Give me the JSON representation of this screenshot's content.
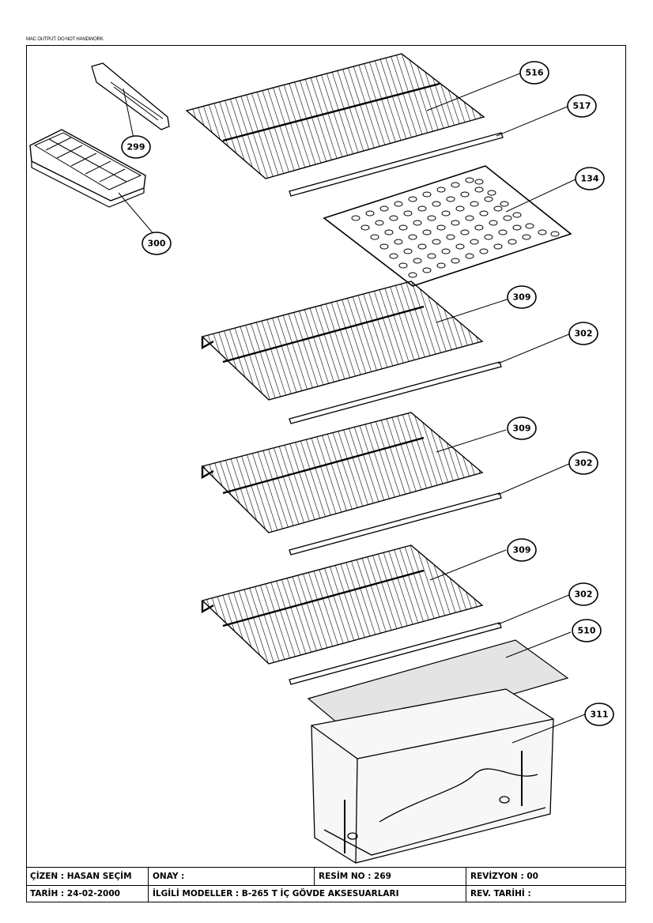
{
  "header_note": "MAC OUTPUT. DO NOT HANDWORK.",
  "callouts": {
    "c516": "516",
    "c517": "517",
    "c134": "134",
    "c299": "299",
    "c300": "300",
    "c309a": "309",
    "c302a": "302",
    "c309b": "309",
    "c302b": "302",
    "c309c": "309",
    "c302c": "302",
    "c510": "510",
    "c311": "311"
  },
  "title_block": {
    "row1": {
      "drawn_by": "ÇİZEN : HASAN SEÇİM",
      "approval": "ONAY :",
      "drawing_no": "RESİM NO :  269",
      "revision": "REVİZYON :  00"
    },
    "row2": {
      "date": "TARİH : 24-02-2000",
      "related_models": "İLGİLİ MODELLER : B-265 T İÇ GÖVDE AKSESUARLARI",
      "rev_date": "REV. TARİHİ :"
    }
  }
}
